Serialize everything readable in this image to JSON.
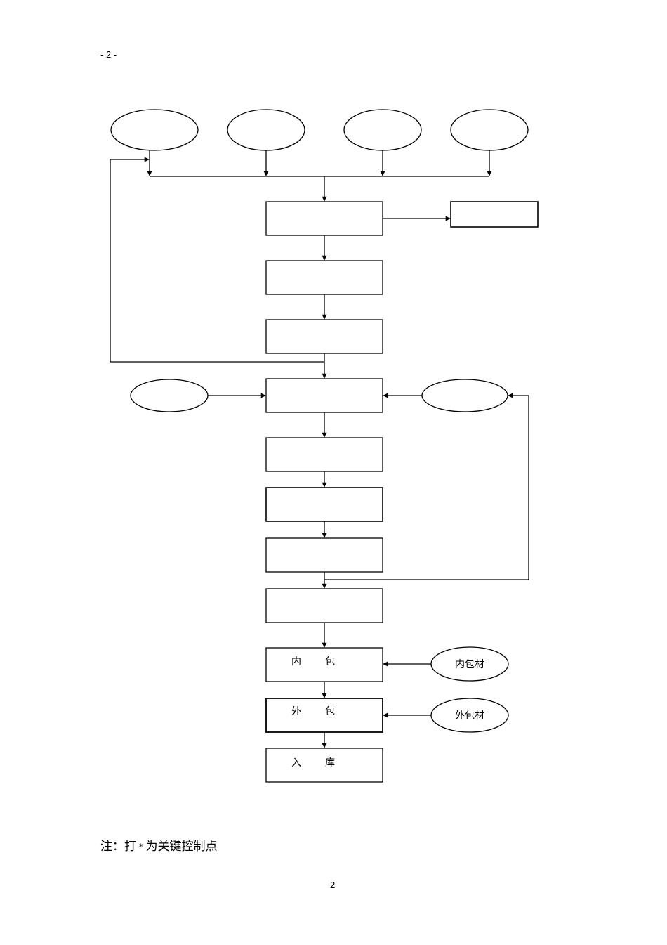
{
  "header": {
    "page_label": "- 2 -"
  },
  "diagram": {
    "inner_pack": {
      "left": "内",
      "right": "包"
    },
    "outer_pack": {
      "left": "外",
      "right": "包"
    },
    "storage": {
      "left": "入",
      "right": "库"
    },
    "inner_material": "内包材",
    "outer_material": "外包材"
  },
  "note": {
    "prefix": "注：打",
    "star": "*",
    "suffix": "为关键控制点"
  },
  "footer": {
    "page_number": "2"
  }
}
